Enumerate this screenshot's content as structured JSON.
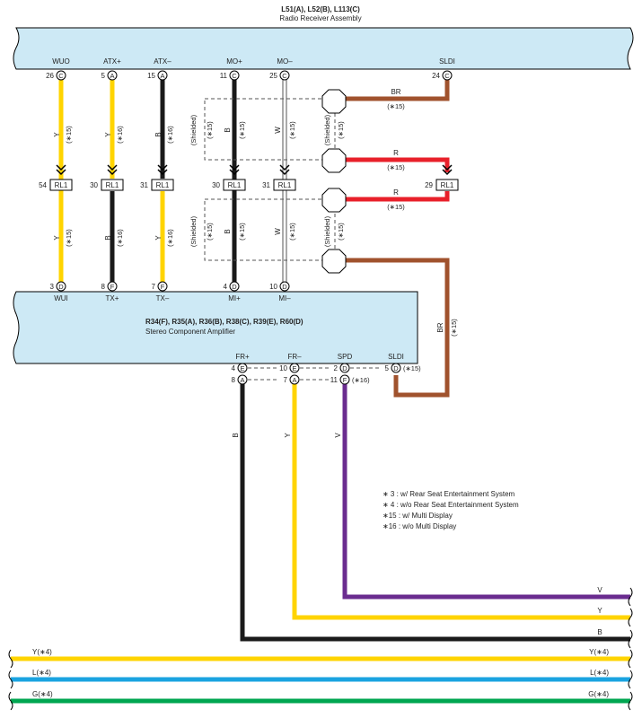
{
  "radio": {
    "title": "L51(A), L52(B), L113(C)",
    "subtitle": "Radio Receiver Assembly",
    "pins": [
      {
        "name": "WUO",
        "num": "26",
        "conn": "C"
      },
      {
        "name": "ATX+",
        "num": "5",
        "conn": "A"
      },
      {
        "name": "ATX–",
        "num": "15",
        "conn": "A"
      },
      {
        "name": "MO+",
        "num": "11",
        "conn": "C"
      },
      {
        "name": "MO–",
        "num": "25",
        "conn": "C"
      },
      {
        "name": "SLDI",
        "num": "24",
        "conn": "C"
      }
    ]
  },
  "amp": {
    "title": "R34(F), R35(A), R36(B), R38(C), R39(E), R60(D)",
    "subtitle": "Stereo Component Amplifier",
    "top_pins": [
      {
        "name": "WUI",
        "num": "3",
        "conn": "D"
      },
      {
        "name": "TX+",
        "num": "8",
        "conn": "F"
      },
      {
        "name": "TX–",
        "num": "7",
        "conn": "F"
      },
      {
        "name": "MI+",
        "num": "4",
        "conn": "D"
      },
      {
        "name": "MI–",
        "num": "10",
        "conn": "D"
      }
    ],
    "bottom_labels": [
      "FR+",
      "FR–",
      "SPD",
      "SLDI"
    ],
    "bottom_pins": [
      {
        "num": "4",
        "conn": "E"
      },
      {
        "num": "8",
        "conn": "A"
      },
      {
        "num": "10",
        "conn": "E"
      },
      {
        "num": "7",
        "conn": "A"
      },
      {
        "num": "2",
        "conn": "D"
      },
      {
        "num": "11",
        "conn": "F"
      },
      {
        "num": "5",
        "conn": "D"
      }
    ],
    "bottom_notes": [
      "(∗15)",
      "(∗16)"
    ]
  },
  "junctions": [
    {
      "num": "54",
      "label": "RL1"
    },
    {
      "num": "30",
      "label": "RL1"
    },
    {
      "num": "31",
      "label": "RL1"
    },
    {
      "num": "30",
      "label": "RL1"
    },
    {
      "num": "31",
      "label": "RL1"
    },
    {
      "num": "29",
      "label": "RL1"
    }
  ],
  "wires": {
    "upper": [
      {
        "color": "Y",
        "note": "(∗15)"
      },
      {
        "color": "Y",
        "note": "(∗16)"
      },
      {
        "color": "B",
        "note": "(∗16)"
      },
      {
        "color": "B",
        "note": "(∗15)"
      },
      {
        "color": "W",
        "note": "(∗15)"
      }
    ],
    "lower": [
      {
        "color": "Y",
        "note": "(∗15)"
      },
      {
        "color": "B",
        "note": "(∗16)"
      },
      {
        "color": "Y",
        "note": "(∗16)"
      },
      {
        "color": "B",
        "note": "(∗15)"
      },
      {
        "color": "W",
        "note": "(∗15)"
      }
    ],
    "shield_upper": {
      "color": "BR",
      "note": "(∗15)"
    },
    "red_upper": {
      "color": "R",
      "note": "(∗15)"
    },
    "red_lower": {
      "color": "R",
      "note": "(∗15)"
    },
    "br_right": {
      "color": "BR",
      "note": "(∗15)"
    },
    "shielded_label": "(Shielded)",
    "shielded_note": "(∗15)",
    "down": [
      "B",
      "Y",
      "V"
    ]
  },
  "outputs": [
    {
      "label": "V",
      "hex": "#6a2c8f"
    },
    {
      "label": "Y",
      "hex": "#ffd400"
    },
    {
      "label": "B",
      "hex": "#1a1a1a"
    }
  ],
  "buses": [
    {
      "label": "Y(∗4)",
      "hex": "#ffd400"
    },
    {
      "label": "L(∗4)",
      "hex": "#1aa3e0"
    },
    {
      "label": "G(∗4)",
      "hex": "#00a651"
    }
  ],
  "legend": [
    "∗ 3 : w/ Rear Seat Entertainment System",
    "∗ 4 : w/o Rear Seat Entertainment System",
    "∗15 : w/ Multi Display",
    "∗16 : w/o Multi Display"
  ],
  "colors": {
    "component_fill": "#cde9f5",
    "yellow": "#ffd400",
    "black": "#1a1a1a",
    "white_wire": "#ffffff",
    "brown": "#a0522d",
    "red": "#e8202a",
    "violet": "#6a2c8f"
  }
}
